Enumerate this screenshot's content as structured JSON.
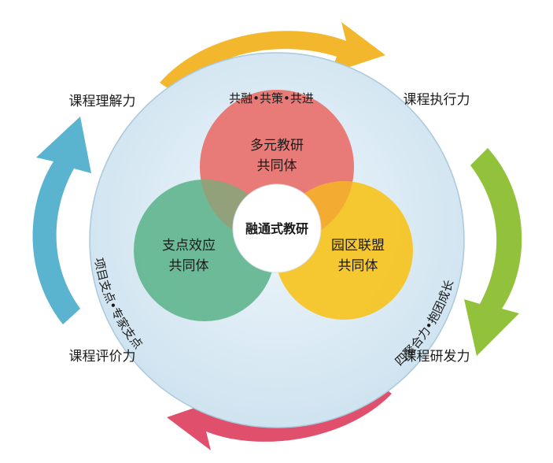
{
  "outer_labels": {
    "top_left": "课程理解力",
    "top_right": "课程执行力",
    "bottom_right": "课程研发力",
    "bottom_left": "课程评价力"
  },
  "ring_labels": {
    "top": "共融•共策•共进",
    "left": "项目支点•专家支点",
    "right": "四聚合力•抱团成长"
  },
  "circles": {
    "top": {
      "line1": "多元教研",
      "line2": "共同体",
      "color": "#e8716b"
    },
    "left": {
      "line1": "支点效应",
      "line2": "共同体",
      "color": "#62b58f"
    },
    "right": {
      "line1": "园区联盟",
      "line2": "共同体",
      "color": "#f6c320"
    }
  },
  "center": {
    "label": "融通式教研"
  },
  "colors": {
    "outer_disc": "#d6e8f3",
    "arrow_top": "#f2b72c",
    "arrow_right": "#92c13c",
    "arrow_bottom": "#e0506c",
    "arrow_left": "#5bb4cf"
  }
}
